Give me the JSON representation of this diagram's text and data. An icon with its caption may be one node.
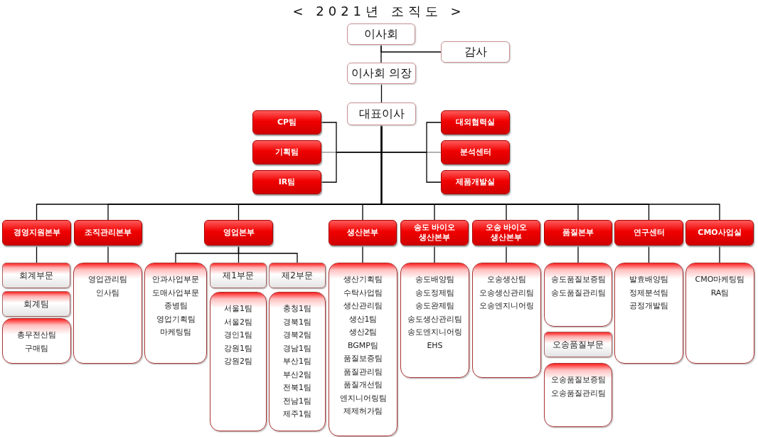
{
  "diagram": {
    "title": "< 2021년 조직도 >",
    "nodes": [
      {
        "text": [
          "이사회"
        ]
      },
      {
        "text": [
          "감사"
        ]
      },
      {
        "text": [
          "이사회 의장"
        ]
      },
      {
        "text": [
          "대표이사"
        ]
      },
      {
        "text": [
          "CP팀"
        ]
      },
      {
        "text": [
          "기획팀"
        ]
      },
      {
        "text": [
          "IR팀"
        ]
      },
      {
        "text": [
          "대외협력실"
        ]
      },
      {
        "text": [
          "분석센터"
        ]
      },
      {
        "text": [
          "제품개발실"
        ]
      },
      {
        "text": [
          "경영지원본부"
        ]
      },
      {
        "text": [
          "조직관리본부"
        ]
      },
      {
        "text": [
          "영업본부"
        ]
      },
      {
        "text": [
          "생산본부"
        ]
      },
      {
        "text": [
          "송도 바이오 생산본부"
        ]
      },
      {
        "text": [
          "오송 바이오 생산본부"
        ]
      },
      {
        "text": [
          "품질본부"
        ]
      },
      {
        "text": [
          "연구센터"
        ]
      },
      {
        "text": [
          "CMO사업실"
        ]
      },
      {
        "text": [
          "회계부문"
        ]
      },
      {
        "text": [
          "회계팀"
        ]
      },
      {
        "text": [
          "총무전산팀",
          "구매팀"
        ]
      },
      {
        "text": [
          "영업관리팀",
          "인사팀"
        ]
      },
      {
        "text": [
          "안과사업부문",
          "도매사업부문",
          "종병팀",
          "영업기획팀",
          "마케팅팀"
        ]
      },
      {
        "text": [
          "제1부문"
        ]
      },
      {
        "text": [
          "서울1팀",
          "서울2팀",
          "경인1팀",
          "강원1팀",
          "강원2팀"
        ]
      },
      {
        "text": [
          "제2부문"
        ]
      },
      {
        "text": [
          "충청1팀",
          "경북1팀",
          "경북2팀",
          "경남1팀",
          "부산1팀",
          "부산2팀",
          "전북1팀",
          "전남1팀",
          "제주1팀"
        ]
      },
      {
        "text": [
          "생산기획팀",
          "수탁사업팀",
          "생산관리팀",
          "생산1팀",
          "생산2팀",
          "BGMP팀",
          "품질보증팀",
          "품질관리팀",
          "품질개선팀",
          "엔지니어링팀",
          "제제허가팀"
        ]
      },
      {
        "text": [
          "송도배양팀",
          "송도정제팀",
          "송도완제팀",
          "송도생산관리팀",
          "송도엔지니어링",
          "EHS"
        ]
      },
      {
        "text": [
          "오송생산팀",
          "오송생산관리팀",
          "오송엔지니어링"
        ]
      },
      {
        "text": [
          "송도품질보증팀",
          "송도품질관리팀"
        ]
      },
      {
        "text": [
          "오송품질부문"
        ]
      },
      {
        "text": [
          "오송품질보증팀",
          "오송품질관리팀"
        ]
      },
      {
        "text": [
          "발효배양팀",
          "정제분석팀",
          "공정개발팀"
        ]
      },
      {
        "text": [
          "CMO마케팅팀",
          "RA팀"
        ]
      }
    ],
    "edges": [
      {
        "from": 0,
        "to": 1,
        "arrow": "none"
      },
      {
        "from": 0,
        "to": 2,
        "arrow": "none"
      },
      {
        "from": 2,
        "to": 3,
        "arrow": "none"
      },
      {
        "from": 3,
        "to": 4,
        "arrow": "none"
      },
      {
        "from": 3,
        "to": 5,
        "arrow": "none",
        "color": "#999999"
      },
      {
        "from": 3,
        "to": 6,
        "arrow": "none"
      },
      {
        "from": 3,
        "to": 7,
        "arrow": "none"
      },
      {
        "from": 3,
        "to": 8,
        "arrow": "none",
        "color": "#999999"
      },
      {
        "from": 3,
        "to": 9,
        "arrow": "none"
      },
      {
        "from": 3,
        "to": 10,
        "arrow": "none"
      },
      {
        "from": 3,
        "to": 11,
        "arrow": "none"
      },
      {
        "from": 3,
        "to": 12,
        "arrow": "none"
      },
      {
        "from": 3,
        "to": 13,
        "arrow": "none"
      },
      {
        "from": 3,
        "to": 14,
        "arrow": "none"
      },
      {
        "from": 3,
        "to": 15,
        "arrow": "none"
      },
      {
        "from": 3,
        "to": 16,
        "arrow": "none"
      },
      {
        "from": 3,
        "to": 17,
        "arrow": "none"
      },
      {
        "from": 3,
        "to": 18,
        "arrow": "none"
      },
      {
        "from": 10,
        "to": 19,
        "arrow": "none"
      },
      {
        "from": 11,
        "to": 22,
        "arrow": "none"
      },
      {
        "from": 12,
        "to": 23,
        "arrow": "none"
      },
      {
        "from": 12,
        "to": 24,
        "arrow": "none"
      },
      {
        "from": 12,
        "to": 26,
        "arrow": "none"
      },
      {
        "from": 13,
        "to": 28,
        "arrow": "none"
      },
      {
        "from": 14,
        "to": 29,
        "arrow": "none"
      },
      {
        "from": 15,
        "to": 30,
        "arrow": "none"
      },
      {
        "from": 16,
        "to": 31,
        "arrow": "none"
      },
      {
        "from": 17,
        "to": 34,
        "arrow": "none"
      },
      {
        "from": 18,
        "to": 35,
        "arrow": "none"
      }
    ]
  }
}
